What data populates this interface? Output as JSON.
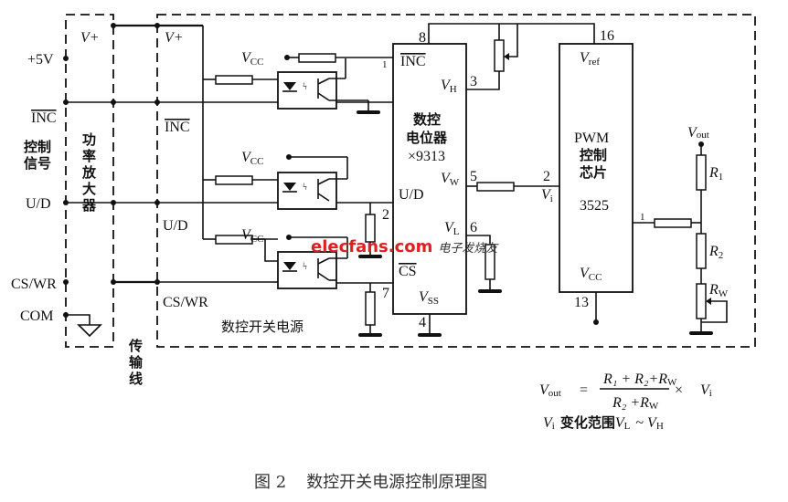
{
  "figure": {
    "caption_number": "图 2",
    "caption_title": "数控开关电源控制原理图"
  },
  "left_terminals": {
    "group_label": [
      "控制",
      "信号"
    ],
    "plus5v": "+5V",
    "inc": "INC",
    "ud": "U/D",
    "cs_wr": "CS/WR",
    "com": "COM"
  },
  "amplifier": {
    "label": [
      "功",
      "率",
      "放",
      "大",
      "器"
    ],
    "vplus": "V+"
  },
  "transmission_line": {
    "label": [
      "传",
      "输",
      "线"
    ]
  },
  "power_supply_block": {
    "label": "数控开关电源",
    "vplus": "V+",
    "inc": "INC",
    "ud": "U/D",
    "cs_wr": "CS/WR",
    "vcc_labels": [
      "V",
      "V",
      "V"
    ],
    "vcc_sub": "CC"
  },
  "potentiometer_chip": {
    "title": [
      "数控",
      "电位器",
      "×9313"
    ],
    "pins": {
      "inc": "INC",
      "vh": "V",
      "vh_sub": "H",
      "vw": "V",
      "vw_sub": "W",
      "ud": "U/D",
      "vl": "V",
      "vl_sub": "L",
      "cs": "CS",
      "vss": "V",
      "vss_sub": "SS"
    },
    "pin_numbers": {
      "inc": "1",
      "vh": "3",
      "vw": "5",
      "ud": "2",
      "vl": "6",
      "cs": "7",
      "vss": "4",
      "vcc": "8"
    }
  },
  "pwm_chip": {
    "title": [
      "PWM",
      "控制",
      "芯片"
    ],
    "model": "3525",
    "pins": {
      "vref": "V",
      "vref_sub": "ref",
      "vi": "V",
      "vi_sub": "i",
      "vcc": "V",
      "vcc_sub": "CC"
    },
    "pin_numbers": {
      "vref": "16",
      "vi": "2",
      "out": "1",
      "vcc": "13"
    }
  },
  "output_divider": {
    "vout": "V",
    "vout_sub": "out",
    "r1": "R",
    "r1_sub": "1",
    "r2": "R",
    "r2_sub": "2",
    "rw": "R",
    "rw_sub": "W"
  },
  "formula": {
    "lhs": "V",
    "lhs_sub": "out",
    "eq": "=",
    "numerator": "R₁ + R₂+R",
    "numerator_sub": "W",
    "denominator": "R₂ +R",
    "denominator_sub": "W",
    "times": "×",
    "vi": "V",
    "vi_sub": "i",
    "range_prefix": "V",
    "range_prefix_sub": "i",
    "range_text": "变化范围",
    "range_low": "V",
    "range_low_sub": "L",
    "range_sep": "~",
    "range_high": "V",
    "range_high_sub": "H"
  },
  "watermark": {
    "brand": "elecfans",
    "domain": ".com",
    "cn": "电子发烧友"
  }
}
